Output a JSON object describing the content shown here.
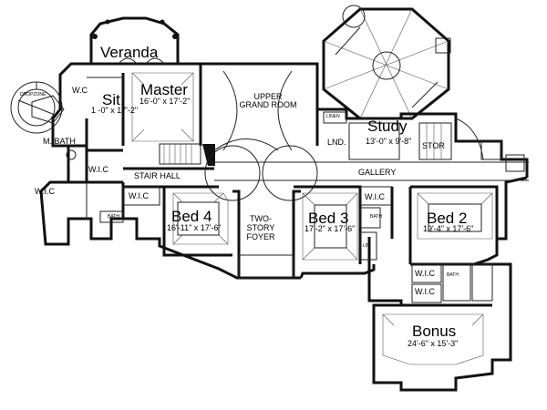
{
  "rooms": {
    "veranda": {
      "name": "Veranda"
    },
    "master": {
      "name": "Master",
      "dims": "16'-0\" x 17'-2\""
    },
    "sitting": {
      "name": "Sit.",
      "dims": "1 -0\" x 17'-2\""
    },
    "upper_grand_room": {
      "line1": "UPPER",
      "line2": "GRAND ROOM"
    },
    "study": {
      "name": "Study",
      "dims": "13'-0\" x 9'-8\""
    },
    "lnd": {
      "name": "LND."
    },
    "linen": {
      "name": "LINEN"
    },
    "stor": {
      "name": "STOR"
    },
    "m_bath": {
      "name": "M. BATH"
    },
    "wc_master": {
      "name": "W.C"
    },
    "wic_master_a": {
      "name": "W.I.C"
    },
    "wic_master_b": {
      "name": "W.I.C"
    },
    "wic_bed4": {
      "name": "W.I.C"
    },
    "wic_bed3": {
      "name": "W.I.C"
    },
    "wic_bed2_a": {
      "name": "W.I.C"
    },
    "wic_bed2_b": {
      "name": "W.I.C"
    },
    "stair_hall": {
      "name": "STAIR HALL"
    },
    "gallery": {
      "name": "GALLERY"
    },
    "bed4": {
      "name": "Bed 4",
      "dims": "16'-11\" x 17'-6\""
    },
    "two_story_foyer": {
      "line1": "TWO-",
      "line2": "STORY",
      "line3": "FOYER"
    },
    "bed3": {
      "name": "Bed 3",
      "dims": "17'-2\" x 17'-6\""
    },
    "bed2": {
      "name": "Bed 2",
      "dims": "19'-4\" x 17'-6\""
    },
    "bonus": {
      "name": "Bonus",
      "dims": "24'-6\" x 15'-3\""
    }
  },
  "small_tags": {
    "bath": "BATH",
    "lin": "LIN",
    "dropzone": "DROPZONE"
  }
}
